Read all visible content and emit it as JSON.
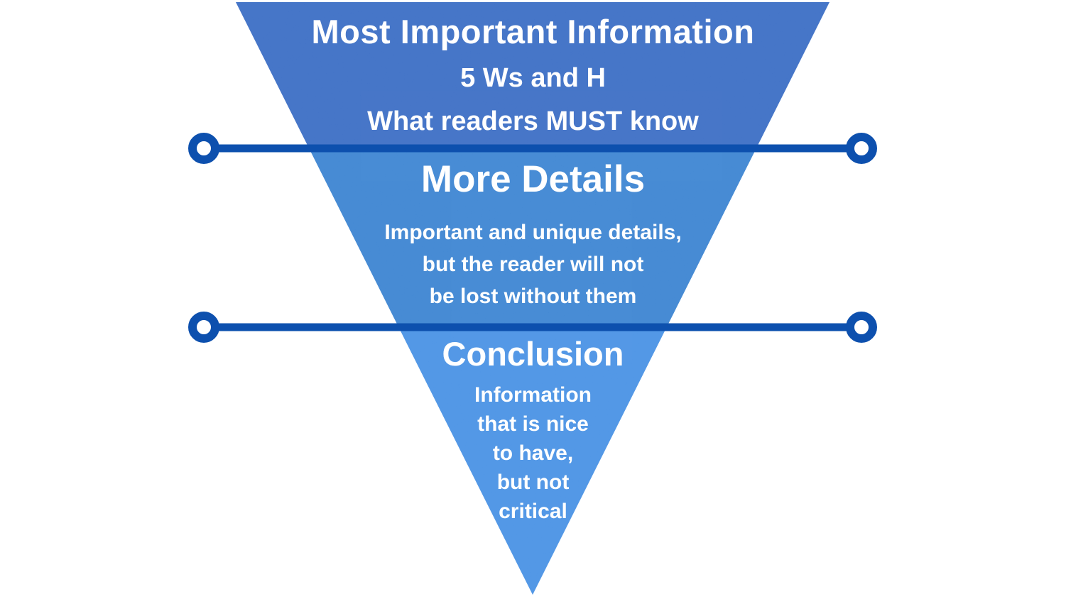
{
  "diagram": {
    "type": "inverted-pyramid",
    "background_color": "#ffffff",
    "text_color": "#ffffff",
    "divider_color": "#0d50ae",
    "sections": [
      {
        "name": "most-important-information",
        "title": "Most Important Information",
        "lines": [
          "5 Ws and H",
          "What readers MUST know"
        ],
        "color": "#2d63c1"
      },
      {
        "name": "more-details",
        "title": "More Details",
        "lines": [
          "Important and unique details,",
          "but the reader will not",
          "be lost without them"
        ],
        "color": "#2e7ccf"
      },
      {
        "name": "conclusion",
        "title": "Conclusion",
        "lines": [
          "Information",
          "that is nice",
          "to have,",
          "but not",
          "critical"
        ],
        "color": "#3c8ae3"
      }
    ]
  }
}
